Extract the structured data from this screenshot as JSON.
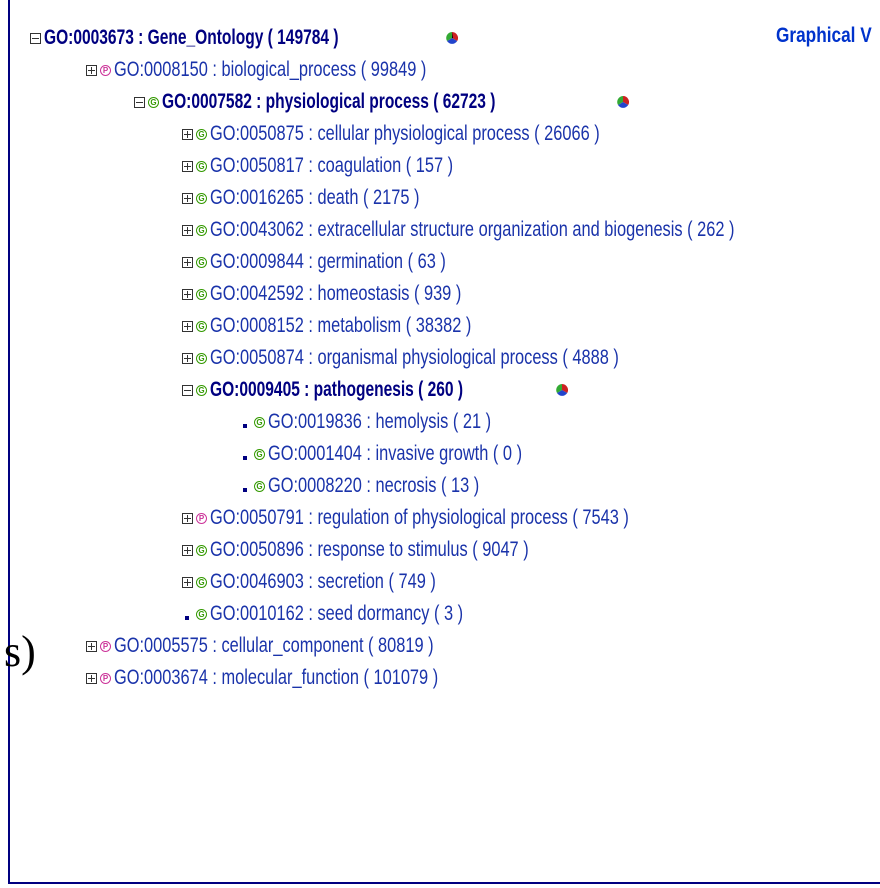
{
  "header": {
    "graphical_link": "Graphical V"
  },
  "side_fragment": "s)",
  "tree": [
    {
      "icon": "minus",
      "ont": "",
      "label": "GO:0003673 : Gene_Ontology ( 149784 )",
      "bold": true,
      "pie": true
    },
    {
      "icon": "plus",
      "ont": "P",
      "label": "GO:0008150 : biological_process ( 99849 )",
      "bold": false,
      "pie": false
    },
    {
      "icon": "minus",
      "ont": "G",
      "label": "GO:0007582 : physiological process ( 62723 )",
      "bold": true,
      "pie": true
    },
    {
      "icon": "plus",
      "ont": "G",
      "label": "GO:0050875 : cellular physiological process ( 26066 )",
      "bold": false,
      "pie": false
    },
    {
      "icon": "plus",
      "ont": "G",
      "label": "GO:0050817 : coagulation ( 157 )",
      "bold": false,
      "pie": false
    },
    {
      "icon": "plus",
      "ont": "G",
      "label": "GO:0016265 : death ( 2175 )",
      "bold": false,
      "pie": false
    },
    {
      "icon": "plus",
      "ont": "G",
      "label": "GO:0043062 : extracellular structure organization and biogenesis ( 262 )",
      "bold": false,
      "pie": false
    },
    {
      "icon": "plus",
      "ont": "G",
      "label": "GO:0009844 : germination ( 63 )",
      "bold": false,
      "pie": false
    },
    {
      "icon": "plus",
      "ont": "G",
      "label": "GO:0042592 : homeostasis ( 939 )",
      "bold": false,
      "pie": false
    },
    {
      "icon": "plus",
      "ont": "G",
      "label": "GO:0008152 : metabolism ( 38382 )",
      "bold": false,
      "pie": false
    },
    {
      "icon": "plus",
      "ont": "G",
      "label": "GO:0050874 : organismal physiological process ( 4888 )",
      "bold": false,
      "pie": false
    },
    {
      "icon": "minus",
      "ont": "G",
      "label": "GO:0009405 : pathogenesis ( 260 )",
      "bold": true,
      "pie": true
    },
    {
      "icon": "dot",
      "ont": "G",
      "label": "GO:0019836 : hemolysis ( 21 )",
      "bold": false,
      "pie": false
    },
    {
      "icon": "dot",
      "ont": "G",
      "label": "GO:0001404 : invasive growth ( 0 )",
      "bold": false,
      "pie": false
    },
    {
      "icon": "dot",
      "ont": "G",
      "label": "GO:0008220 : necrosis ( 13 )",
      "bold": false,
      "pie": false
    },
    {
      "icon": "plus",
      "ont": "P",
      "label": "GO:0050791 : regulation of physiological process ( 7543 )",
      "bold": false,
      "pie": false
    },
    {
      "icon": "plus",
      "ont": "G",
      "label": "GO:0050896 : response to stimulus ( 9047 )",
      "bold": false,
      "pie": false
    },
    {
      "icon": "plus",
      "ont": "G",
      "label": "GO:0046903 : secretion ( 749 )",
      "bold": false,
      "pie": false
    },
    {
      "icon": "dot",
      "ont": "G",
      "label": "GO:0010162 : seed dormancy ( 3 )",
      "bold": false,
      "pie": false
    },
    {
      "icon": "plus",
      "ont": "P",
      "label": "GO:0005575 : cellular_component ( 80819 )",
      "bold": false,
      "pie": false
    },
    {
      "icon": "plus",
      "ont": "P",
      "label": "GO:0003674 : molecular_function ( 101079 )",
      "bold": false,
      "pie": false
    }
  ]
}
